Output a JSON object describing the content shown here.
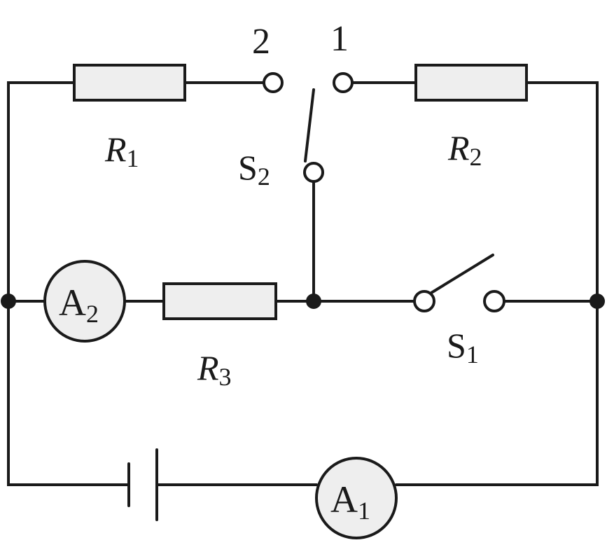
{
  "circuit": {
    "resistors": {
      "r1": {
        "letter": "R",
        "sub": "1"
      },
      "r2": {
        "letter": "R",
        "sub": "2"
      },
      "r3": {
        "letter": "R",
        "sub": "3"
      }
    },
    "ammeters": {
      "a1": {
        "letter": "A",
        "sub": "1"
      },
      "a2": {
        "letter": "A",
        "sub": "2"
      }
    },
    "switches": {
      "s1": {
        "letter": "S",
        "sub": "1"
      },
      "s2": {
        "letter": "S",
        "sub": "2"
      }
    },
    "switch_terminals": {
      "t2": "2",
      "t1": "1"
    }
  }
}
